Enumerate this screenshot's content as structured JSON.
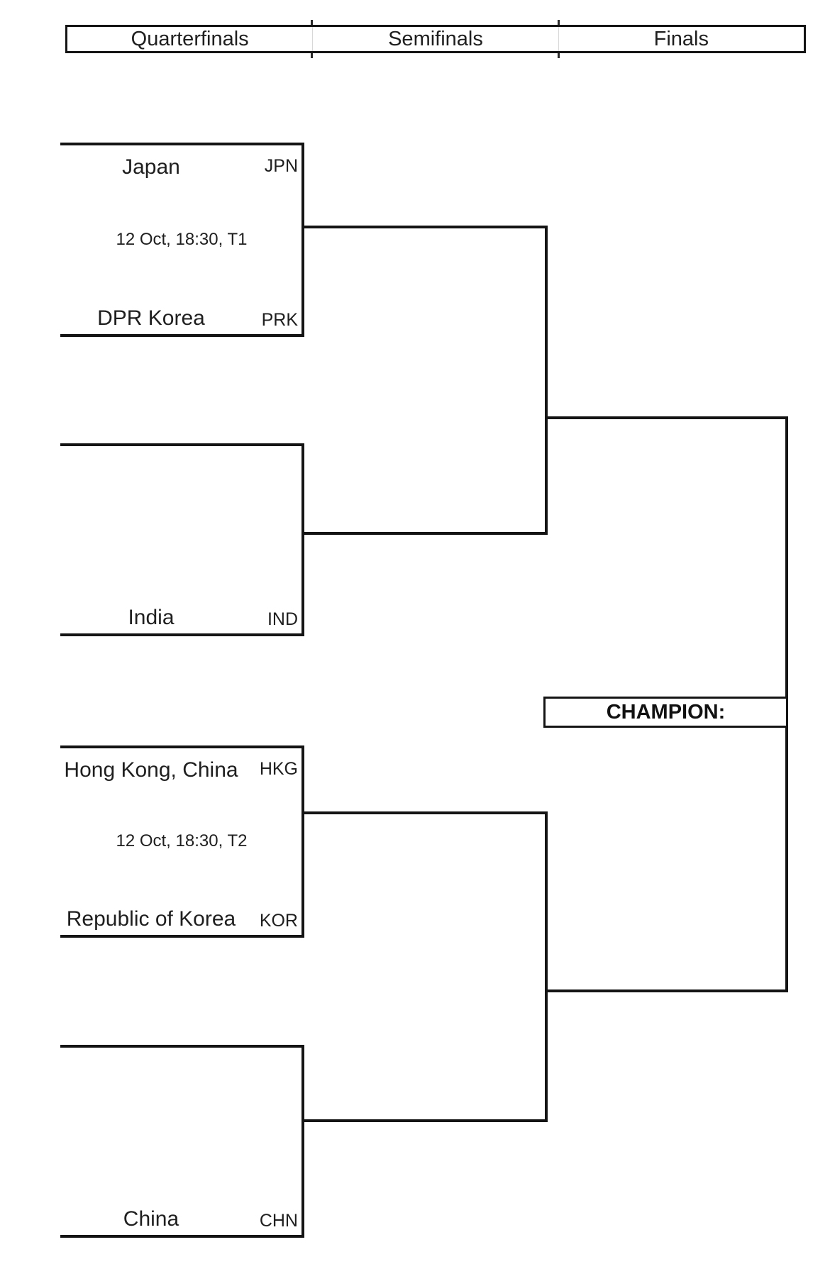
{
  "header": {
    "columns": [
      {
        "label": "Quarterfinals"
      },
      {
        "label": "Semifinals"
      },
      {
        "label": "Finals"
      }
    ]
  },
  "quarterfinals": [
    {
      "top_team": "Japan",
      "top_code": "JPN",
      "schedule": "12 Oct, 18:30, T1",
      "bottom_team": "DPR Korea",
      "bottom_code": "PRK"
    },
    {
      "bottom_team": "India",
      "bottom_code": "IND"
    },
    {
      "top_team": "Hong Kong, China",
      "top_code": "HKG",
      "schedule": "12 Oct, 18:30, T2",
      "bottom_team": "Republic of Korea",
      "bottom_code": "KOR"
    },
    {
      "bottom_team": "China",
      "bottom_code": "CHN"
    }
  ],
  "finals": {
    "champion_label": "CHAMPION:"
  },
  "colors": {
    "line": "#141414",
    "text": "#1f1f1f",
    "background": "#ffffff"
  }
}
